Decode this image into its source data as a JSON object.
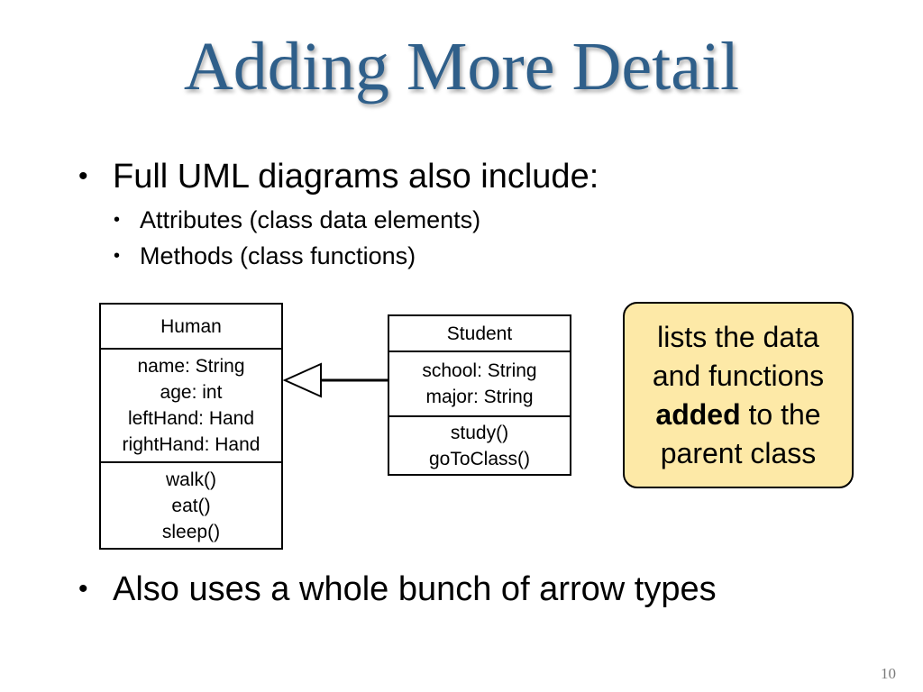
{
  "slide": {
    "title": "Adding More Detail",
    "bullets": {
      "main1": "Full UML diagrams also include:",
      "sub1": "Attributes (class data elements)",
      "sub2": "Methods (class functions)",
      "main2": "Also uses a whole bunch of arrow types"
    },
    "bullet_glyph": "•",
    "page_number": "10"
  },
  "diagram": {
    "human": {
      "name": "Human",
      "attributes": [
        "name: String",
        "age: int",
        "leftHand: Hand",
        "rightHand: Hand"
      ],
      "methods": [
        "walk()",
        "eat()",
        "sleep()"
      ]
    },
    "student": {
      "name": "Student",
      "attributes": [
        "school: String",
        "major: String"
      ],
      "methods": [
        "study()",
        "goToClass()"
      ]
    },
    "relation": "Student inherits from Human",
    "note": {
      "line1": "lists the data",
      "line2": "and functions",
      "line3_bold": "added",
      "line3_rest": " to the",
      "line4": "parent class"
    }
  },
  "colors": {
    "title": "#2f5f8a",
    "note_fill": "#fde9a7"
  }
}
